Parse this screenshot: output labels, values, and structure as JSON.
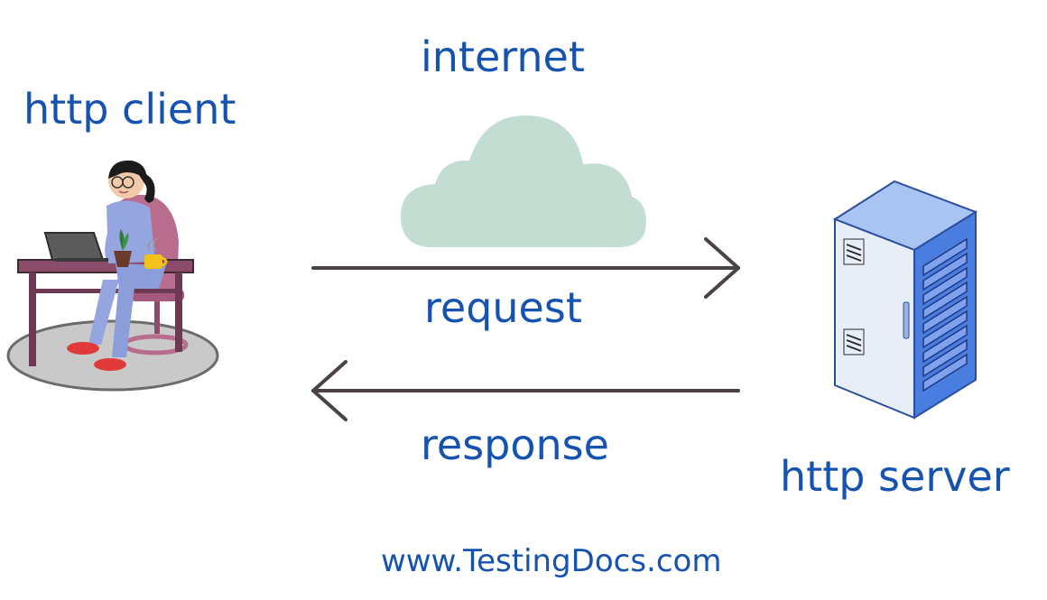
{
  "labels": {
    "client": "http client",
    "internet": "internet",
    "request": "request",
    "response": "response",
    "server": "http server",
    "footer": "www.TestingDocs.com"
  },
  "colors": {
    "text": "#1652b0",
    "arrow": "#4a4246",
    "cloud": "#c3ddd2",
    "server_front": "#e8eef8",
    "server_side": "#4a7de0",
    "server_top": "#a9c4f2",
    "desk": "#8a4c68",
    "chair": "#b86d8f",
    "shirt": "#94a5e0",
    "floor": "#c9c9c9"
  },
  "icons": {
    "client": "person-at-laptop-icon",
    "cloud": "cloud-icon",
    "server": "server-rack-icon",
    "request_arrow": "arrow-right-icon",
    "response_arrow": "arrow-left-icon"
  }
}
